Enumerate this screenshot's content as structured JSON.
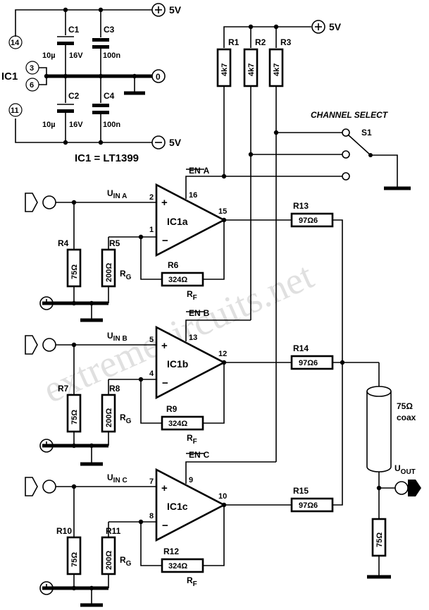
{
  "supply": {
    "pos": "5V",
    "neg": "5V",
    "gnd": "0"
  },
  "ic": {
    "label": "IC1",
    "note": "IC1 = LT1399",
    "pins": {
      "p14": "14",
      "p3": "3",
      "p6": "6",
      "p11": "11"
    }
  },
  "caps": {
    "c1": {
      "name": "C1",
      "value": "10µ",
      "voltage": "16V"
    },
    "c2": {
      "name": "C2",
      "value": "10µ",
      "voltage": "16V"
    },
    "c3": {
      "name": "C3",
      "value": "100n"
    },
    "c4": {
      "name": "C4",
      "value": "100n"
    }
  },
  "pullups": {
    "r1": {
      "name": "R1",
      "value": "4k7"
    },
    "r2": {
      "name": "R2",
      "value": "4k7"
    },
    "r3": {
      "name": "R3",
      "value": "4k7"
    }
  },
  "switch": {
    "title": "CHANNEL SELECT",
    "name": "S1"
  },
  "channels": [
    {
      "amp": "IC1a",
      "input_label": "U",
      "input_sub": "IN A",
      "enable_label": "EN",
      "enable_sub": "A",
      "pin_in_plus": "2",
      "pin_in_minus": "1",
      "pin_en": "16",
      "pin_out": "15",
      "r_term": {
        "name": "R4",
        "value": "75Ω"
      },
      "r_gain": {
        "name": "R5",
        "value": "200Ω",
        "label": "R",
        "sub": "G"
      },
      "r_fb": {
        "name": "R6",
        "value": "324Ω",
        "label": "R",
        "sub": "F"
      },
      "r_out": {
        "name": "R13",
        "value": "97Ω6"
      }
    },
    {
      "amp": "IC1b",
      "input_label": "U",
      "input_sub": "IN B",
      "enable_label": "EN",
      "enable_sub": "B",
      "pin_in_plus": "5",
      "pin_in_minus": "4",
      "pin_en": "13",
      "pin_out": "12",
      "r_term": {
        "name": "R7",
        "value": "75Ω"
      },
      "r_gain": {
        "name": "R8",
        "value": "200Ω",
        "label": "R",
        "sub": "G"
      },
      "r_fb": {
        "name": "R9",
        "value": "324Ω",
        "label": "R",
        "sub": "F"
      },
      "r_out": {
        "name": "R14",
        "value": "97Ω6"
      }
    },
    {
      "amp": "IC1c",
      "input_label": "U",
      "input_sub": "IN C",
      "enable_label": "EN",
      "enable_sub": "C",
      "pin_in_plus": "7",
      "pin_in_minus": "8",
      "pin_en": "9",
      "pin_out": "10",
      "r_term": {
        "name": "R10",
        "value": "75Ω"
      },
      "r_gain": {
        "name": "R11",
        "value": "200Ω",
        "label": "R",
        "sub": "G"
      },
      "r_fb": {
        "name": "R12",
        "value": "324Ω",
        "label": "R",
        "sub": "F"
      },
      "r_out": {
        "name": "R15",
        "value": "97Ω6"
      }
    }
  ],
  "coax": {
    "impedance": "75Ω",
    "label": "coax"
  },
  "output": {
    "label": "U",
    "sub": "OUT",
    "load": "75Ω"
  },
  "watermark": "extremecircuits.net"
}
